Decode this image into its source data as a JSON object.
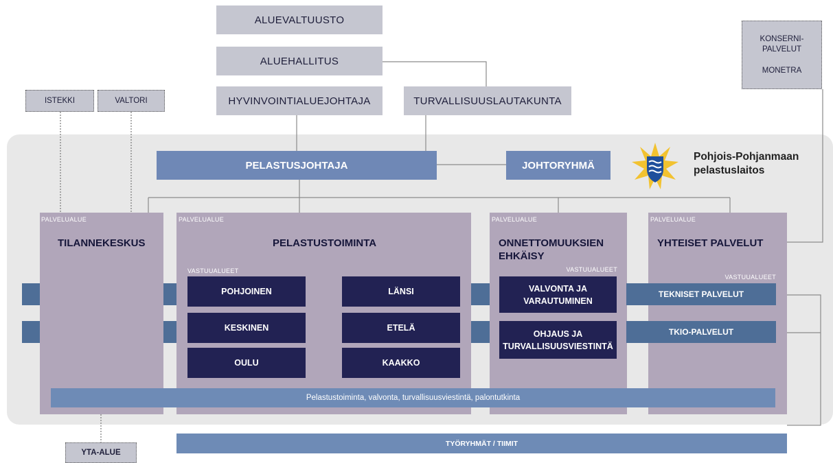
{
  "governance": {
    "aluevaltuusto": "ALUEVALTUUSTO",
    "aluehallitus": "ALUEHALLITUS",
    "hyvinvointialuejohtaja": "HYVINVOINTIALUEJOHTAJA",
    "turvallisuuslautakunta": "TURVALLISUUSLAUTAKUNTA"
  },
  "external": {
    "istekki": "ISTEKKI",
    "valtori": "VALTORI",
    "konserni_line1": "KONSERNI-",
    "konserni_line2": "PALVELUT",
    "monetra": "MONETRA",
    "yta_alue": "YTA-ALUE"
  },
  "leadership": {
    "pelastusjohtaja": "PELASTUSJOHTAJA",
    "johtoryhma": "JOHTORYHMÄ"
  },
  "logo": {
    "line1": "Pohjois-Pohjanmaan",
    "line2": "pelastuslaitos",
    "colors": {
      "star": "#f2c230",
      "shield": "#1f4f9c"
    }
  },
  "service_areas": {
    "label": "PALVELUALUE",
    "responsibility_label": "VASTUUALUEET",
    "tilannekeskus": "TILANNEKESKUS",
    "pelastustoiminta": "PELASTUSTOIMINTA",
    "ehkaisy_line1": "ONNETTOMUUKSIEN",
    "ehkaisy_line2": "EHKÄISY",
    "yhteiset": "YHTEISET PALVELUT"
  },
  "pelastus_units": {
    "pohjoinen": "POHJOINEN",
    "lansi": "LÄNSI",
    "keskinen": "KESKINEN",
    "etela": "ETELÄ",
    "oulu": "OULU",
    "kaakko": "KAAKKO"
  },
  "ehkaisy_units": {
    "valvonta_line1": "VALVONTA JA",
    "valvonta_line2": "VARAUTUMINEN",
    "ohjaus_line1": "OHJAUS JA",
    "ohjaus_line2": "TURVALLISUUSVIESTINTÄ"
  },
  "yhteiset_units": {
    "tekniset": "TEKNISET PALVELUT",
    "tkio": "TKIO-PALVELUT"
  },
  "bands": {
    "pelastustoiminta_band": "Pelastustoiminta, valvonta, turvallisuusviestintä, palontutkinta",
    "tyoryhmat": "TYÖRYHMÄT / TIIMIT"
  },
  "colors": {
    "gov_box": "#c5c6d0",
    "leader_box": "#6f88b6",
    "column": "#b1a6ba",
    "dark_box": "#222253",
    "band": "#4e6e97",
    "background_panel": "#e8e8e8"
  }
}
